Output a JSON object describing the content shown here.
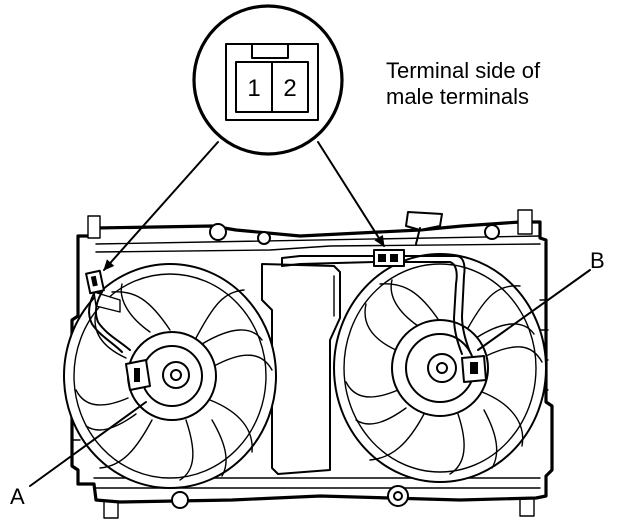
{
  "connector": {
    "pins": [
      "1",
      "2"
    ],
    "caption_line1": "Terminal side of",
    "caption_line2": "male terminals"
  },
  "labels": {
    "fan_a": "A",
    "fan_b": "B"
  }
}
